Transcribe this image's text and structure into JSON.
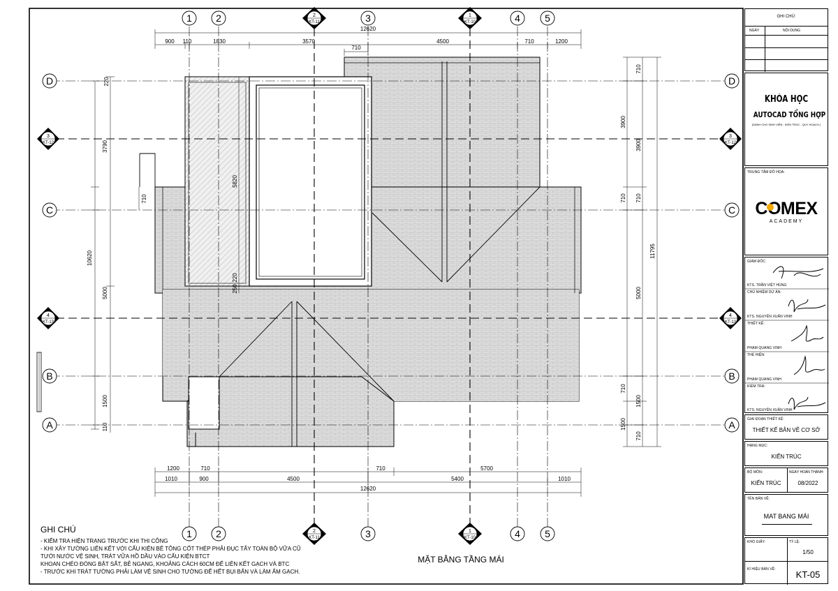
{
  "grid": {
    "cols": [
      "1",
      "2",
      "3",
      "4",
      "5"
    ],
    "rows": [
      "D",
      "C",
      "B",
      "A"
    ],
    "sec_col": [
      {
        "num": "2",
        "ref": "KT-11"
      },
      {
        "num": "1",
        "ref": "KT-10"
      }
    ],
    "sec_row": [
      {
        "num": "3",
        "ref": "KT-12"
      },
      {
        "num": "4",
        "ref": "KT-13"
      }
    ]
  },
  "dims": {
    "top_total": "12620",
    "top_row1": [
      "900",
      "110",
      "1830",
      "3570",
      "4500",
      "710",
      "1200"
    ],
    "top_row2": "710",
    "bottom_row1": [
      "1200",
      "710",
      "710",
      "5700"
    ],
    "bottom_row2": [
      "1010",
      "900",
      "4500",
      "5400",
      "1010"
    ],
    "bottom_total": "12620",
    "left_inner": [
      "220",
      "5820",
      "220",
      "250"
    ],
    "left_outer": [
      "3790",
      "710",
      "5000",
      "1500",
      "110"
    ],
    "left_total": "10620",
    "right_inner": [
      "3900",
      "710",
      "5000",
      "710",
      "1500",
      "710"
    ],
    "right_outer": [
      "710",
      "3900",
      "710",
      "1500"
    ],
    "right_total": "11795"
  },
  "notes": {
    "heading": "GHI CHÚ",
    "lines": [
      "-     KIỂM TRA HIỆN TRẠNG TRƯỚC KHI THI CÔNG",
      "-     KHI XÂY TƯỜNG LIÊN KẾT VỚI CẤU KIỆN BÊ TÔNG CỐT THÉP PHẢI ĐỤC TẨY TOÀN BỘ VỮA CŨ",
      "TƯỚI NƯỚC VỆ SINH, TRÁT VỮA HỒ DẦU VÀO CẤU KIỆN BTCT",
      "KHOAN CHÉO ĐÓNG BẬT SẮT, BẺ NGANG, KHOẢNG CÁCH 60CM ĐỂ LIÊN KẾT GẠCH VÀ BTC",
      "-     TRƯỚC KHI TRÁT TƯỜNG PHẢI LÀM VỆ SINH CHO TƯỜNG ĐỂ HẾT BỤI BẨN VÀ LÀM ẨM GẠCH."
    ]
  },
  "sheet_title": "MẶT BẰNG TẦNG MÁI",
  "titleblock": {
    "ghichu": "GHI CHÚ:",
    "ngay": "NGÀY",
    "noidung": "NỘI DUNG",
    "course1": "KHÓA HỌC",
    "course2": "AUTOCAD TỔNG HỢP",
    "course3": "(DÀNH CHO SINH VIÊN : KIẾN TRÚC - QUY HOẠCH )",
    "center": "TRUNG TÂM ĐỒ HỌA:",
    "logo_main": "COMEX",
    "logo_sub": "ACADEMY",
    "giamdoc": "GIÁM ĐỐC",
    "giamdoc_name": "KTS. TRẦN VIỆT HÙNG",
    "chunhiem": "CHỦ NHIỆM DỰ ÁN:",
    "chunhiem_name": "KTS. NGUYỄN XUÂN VINH",
    "thietke": "THIẾT KẾ:",
    "thietke_name": "PHẠM QUANG VINH",
    "thehien": "THỂ HIỆN:",
    "thehien_name": "PHẠM QUANG VINH",
    "kiemtra": "KIỂM TRA:",
    "kiemtra_name": "KTS. NGUYỄN XUÂN VINH",
    "giaidoan": "GIAI ĐOẠN THIẾT KẾ:",
    "giaidoan_val": "THIẾT KẾ BẢN VẼ CƠ SỞ",
    "hangmuc": "HẠNG MỤC:",
    "hangmuc_val": "KIẾN TRÚC",
    "bomon": "BỘ MÔN:",
    "bomon_val": "KIẾN TRÚC",
    "ngayht": "NGÀY HOÀN THÀNH:",
    "ngayht_val": "08/2022",
    "tenbanve": "TÊN BẢN VẼ:",
    "tenbanve_val": "MAT BANG MÁI",
    "khogiay": "KHỔ GIẤY:",
    "tyle": "TỶ LỆ:",
    "tyle_val": "1/50",
    "kihieu": "KÍ HIỆU BẢN VẼ:",
    "kihieu_val": "KT-05"
  },
  "colors": {
    "line": "#000000",
    "roof": "#d9d9d9",
    "roof_dark": "#b5b5b5",
    "hatch": "#c8c8c8"
  }
}
